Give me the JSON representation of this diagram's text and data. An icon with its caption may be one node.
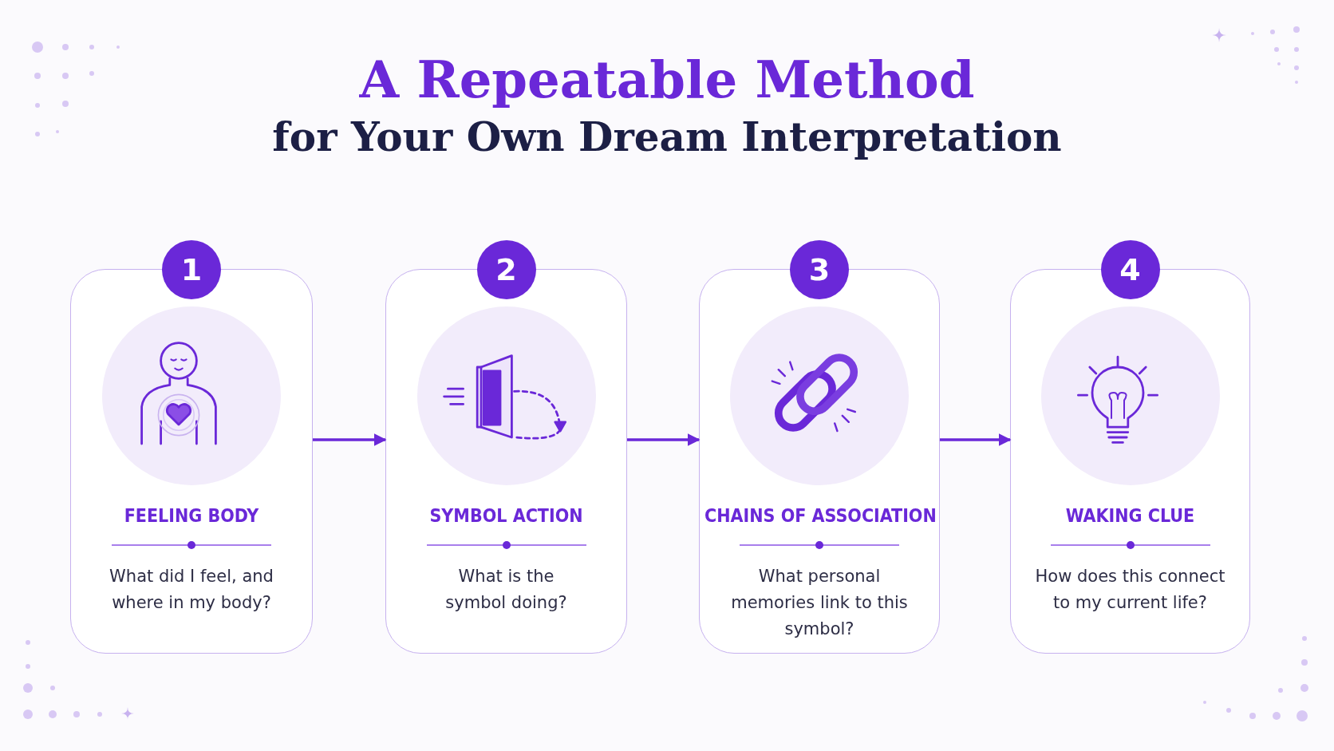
{
  "diagram": {
    "title": "A Repeatable Method for Your Own Dream Interpretation",
    "nodes": [
      {
        "text": [
          "1",
          "FEELING BODY",
          "What did I feel, and where in my body?"
        ]
      },
      {
        "text": [
          "2",
          "SYMBOL ACTION",
          "What is the symbol doing?"
        ]
      },
      {
        "text": [
          "3",
          "CHAINS OF ASSOCIATION",
          "What personal memories link to this symbol?"
        ]
      },
      {
        "text": [
          "4",
          "WAKING CLUE",
          "How does this connect to my current life?"
        ]
      }
    ],
    "edges": [
      {
        "from": 0,
        "to": 1,
        "arrow": "to"
      },
      {
        "from": 1,
        "to": 2,
        "arrow": "to"
      },
      {
        "from": 2,
        "to": 3,
        "arrow": "to"
      }
    ]
  }
}
